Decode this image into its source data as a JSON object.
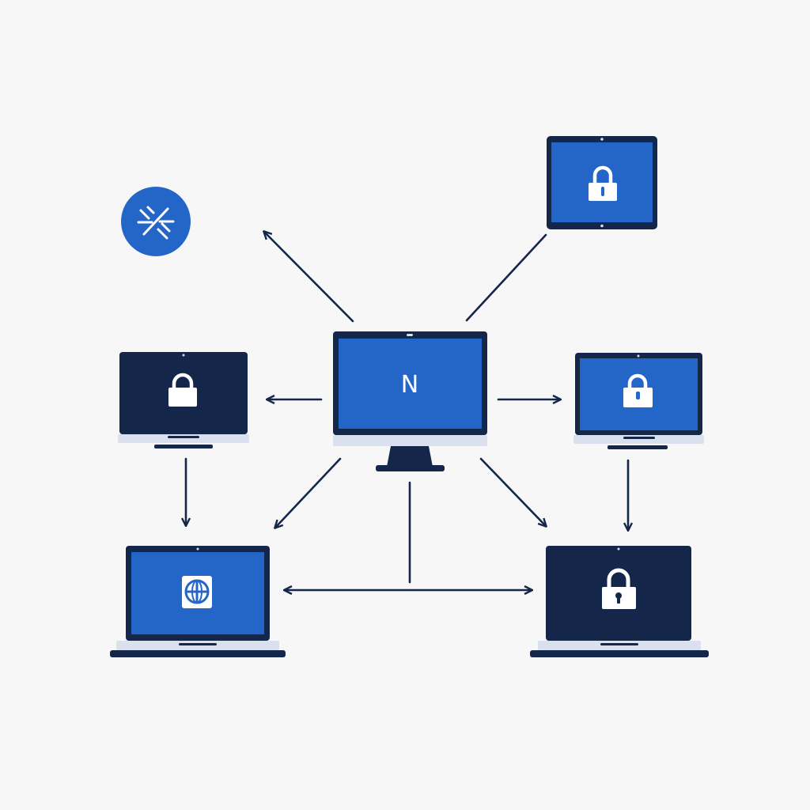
{
  "colors": {
    "background": "#f7f7f7",
    "navy": "#14264a",
    "blue": "#2466c8",
    "silver": "#d9e0ee",
    "white": "#ffffff"
  },
  "hub": {
    "label": "N",
    "device": "desktop-monitor",
    "screen_color": "blue"
  },
  "badge": {
    "icon": "disconnected-link-icon",
    "color": "blue"
  },
  "nodes": [
    {
      "id": "tablet-top-right",
      "device": "tablet",
      "screen_color": "blue",
      "icon": "lock-icon"
    },
    {
      "id": "laptop-left",
      "device": "laptop",
      "screen_color": "navy",
      "icon": "lock-icon"
    },
    {
      "id": "laptop-right",
      "device": "laptop",
      "screen_color": "blue",
      "icon": "lock-icon"
    },
    {
      "id": "laptop-bottom-left",
      "device": "laptop",
      "screen_color": "blue",
      "icon": "globe-app-icon"
    },
    {
      "id": "laptop-bottom-right",
      "device": "laptop",
      "screen_color": "navy",
      "icon": "lock-icon"
    }
  ],
  "connections": [
    {
      "from": "hub",
      "to": "upper-left",
      "arrow": "end"
    },
    {
      "from": "hub",
      "to": "tablet-top-right",
      "arrow": "none"
    },
    {
      "from": "hub",
      "to": "laptop-left",
      "arrow": "end"
    },
    {
      "from": "hub",
      "to": "laptop-right",
      "arrow": "end"
    },
    {
      "from": "hub",
      "to": "laptop-bottom-left",
      "arrow": "end"
    },
    {
      "from": "hub",
      "to": "laptop-bottom-right",
      "arrow": "end"
    },
    {
      "from": "laptop-left",
      "to": "laptop-bottom-left",
      "arrow": "end"
    },
    {
      "from": "laptop-right",
      "to": "laptop-bottom-right",
      "arrow": "end"
    },
    {
      "from": "laptop-bottom-left",
      "to": "laptop-bottom-right",
      "arrow": "both"
    },
    {
      "from": "hub",
      "to": "bottom-link",
      "arrow": "none"
    }
  ]
}
